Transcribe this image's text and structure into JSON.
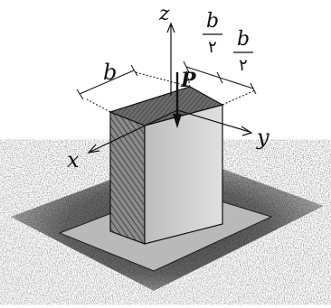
{
  "diagram": {
    "axes": {
      "z": "z",
      "y": "y",
      "x": "x"
    },
    "load_label": "P",
    "dim_b": "b",
    "half_b": {
      "numerator": "b",
      "denominator": "۲"
    }
  },
  "colors": {
    "ink": "#111111",
    "front_face": "#8f8f8f",
    "right_face": "#d4d4d4",
    "top_face": "#6e6e6e"
  }
}
